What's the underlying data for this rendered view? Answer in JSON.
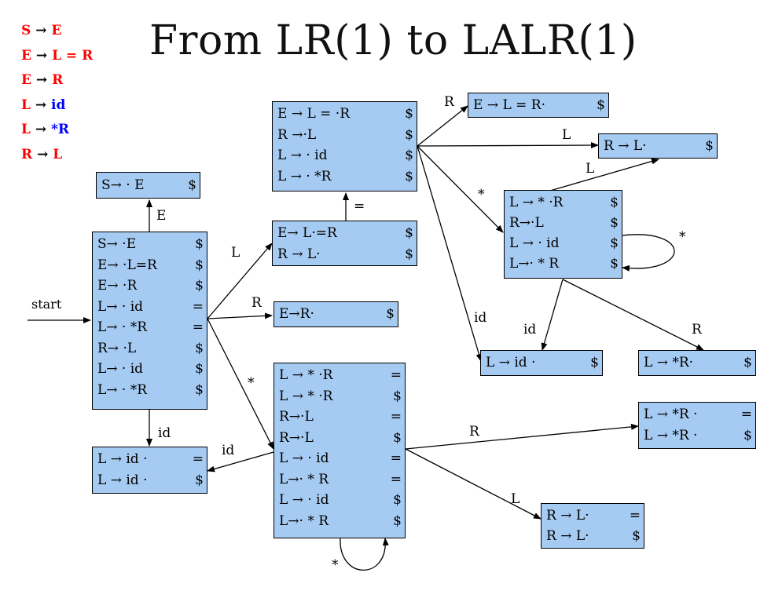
{
  "title": "From LR(1) to LALR(1)",
  "grammar": [
    {
      "lhs": "S",
      "arrow": "→",
      "rhs": "E",
      "lhs_color": "#ff0000",
      "rhs_color": "#ff0000"
    },
    {
      "lhs": "E",
      "arrow": "→",
      "rhs": "L = R",
      "lhs_color": "#ff0000",
      "rhs_color": "#ff0000"
    },
    {
      "lhs": "E",
      "arrow": "→",
      "rhs": "R",
      "lhs_color": "#ff0000",
      "rhs_color": "#ff0000"
    },
    {
      "lhs": "L",
      "arrow": "→",
      "rhs": "id",
      "lhs_color": "#ff0000",
      "rhs_color": "#0000ff"
    },
    {
      "lhs": "L",
      "arrow": "→",
      "rhs": "*R",
      "lhs_color": "#ff0000",
      "rhs_color": "#0000ff"
    },
    {
      "lhs": "R",
      "arrow": "→",
      "rhs": "L",
      "lhs_color": "#ff0000",
      "rhs_color": "#ff0000"
    }
  ],
  "states": {
    "s0": [
      {
        "item": "S→ ·E",
        "la": "$"
      },
      {
        "item": "E→ ·L=R",
        "la": "$"
      },
      {
        "item": "E→ ·R",
        "la": "$"
      },
      {
        "item": "L→ · id",
        "la": "="
      },
      {
        "item": "L→ · *R",
        "la": "="
      },
      {
        "item": "R→ ·L",
        "la": "$"
      },
      {
        "item": "L→ · id",
        "la": "$"
      },
      {
        "item": "L→ · *R",
        "la": "$"
      }
    ],
    "s_start_e": [
      {
        "item": "S→ · E",
        "la": "$"
      }
    ],
    "s_eq_pending": [
      {
        "item": "E → L = ·R",
        "la": "$"
      },
      {
        "item": "R →·L",
        "la": "$"
      },
      {
        "item": "L → · id",
        "la": "$"
      },
      {
        "item": "L → · *R",
        "la": "$"
      }
    ],
    "s_el": [
      {
        "item": "E→ L·=R",
        "la": "$"
      },
      {
        "item": "R → L·",
        "la": "$"
      }
    ],
    "s_er": [
      {
        "item": "E→R·",
        "la": "$"
      }
    ],
    "s_id1": [
      {
        "item": "L → id ·",
        "la": "="
      },
      {
        "item": "L → id ·",
        "la": "$"
      }
    ],
    "s_star1": [
      {
        "item": "L → * ·R",
        "la": "="
      },
      {
        "item": "L → * ·R",
        "la": "$"
      },
      {
        "item": "R→·L",
        "la": "="
      },
      {
        "item": "R→·L",
        "la": "$"
      },
      {
        "item": "L → · id",
        "la": "="
      },
      {
        "item": "L→· * R",
        "la": "="
      },
      {
        "item": "L → · id",
        "la": "$"
      },
      {
        "item": "L→· * R",
        "la": "$"
      }
    ],
    "s_elr": [
      {
        "item": "E → L = R·",
        "la": "$"
      }
    ],
    "s_rl_top": [
      {
        "item": "R →  L·",
        "la": "$"
      }
    ],
    "s_star2": [
      {
        "item": "L → * ·R",
        "la": "$"
      },
      {
        "item": "R→·L",
        "la": "$"
      },
      {
        "item": "L → · id",
        "la": "$"
      },
      {
        "item": "L→· * R",
        "la": "$"
      }
    ],
    "s_id2": [
      {
        "item": "L → id ·",
        "la": "$"
      }
    ],
    "s_star_r2": [
      {
        "item": "L →  *R·",
        "la": "$"
      }
    ],
    "s_star_r1": [
      {
        "item": "L → *R ·",
        "la": "="
      },
      {
        "item": "L → *R ·",
        "la": "$"
      }
    ],
    "s_rl_bottom": [
      {
        "item": "R → L·",
        "la": "="
      },
      {
        "item": "R → L·",
        "la": "$"
      }
    ]
  },
  "edge_labels": {
    "start": "start",
    "e": "E",
    "l": "L",
    "r": "R",
    "star": "*",
    "id": "id",
    "eq": "=",
    "r_top": "R",
    "l_top": "L",
    "l_top2": "L",
    "star_top": "*",
    "star_loop_right": "*",
    "id_right": "id",
    "id_right2": "id",
    "r_right": "R",
    "id_left": "id",
    "r_mid": "R",
    "l_mid": "L",
    "star_loop_bottom": "*"
  }
}
